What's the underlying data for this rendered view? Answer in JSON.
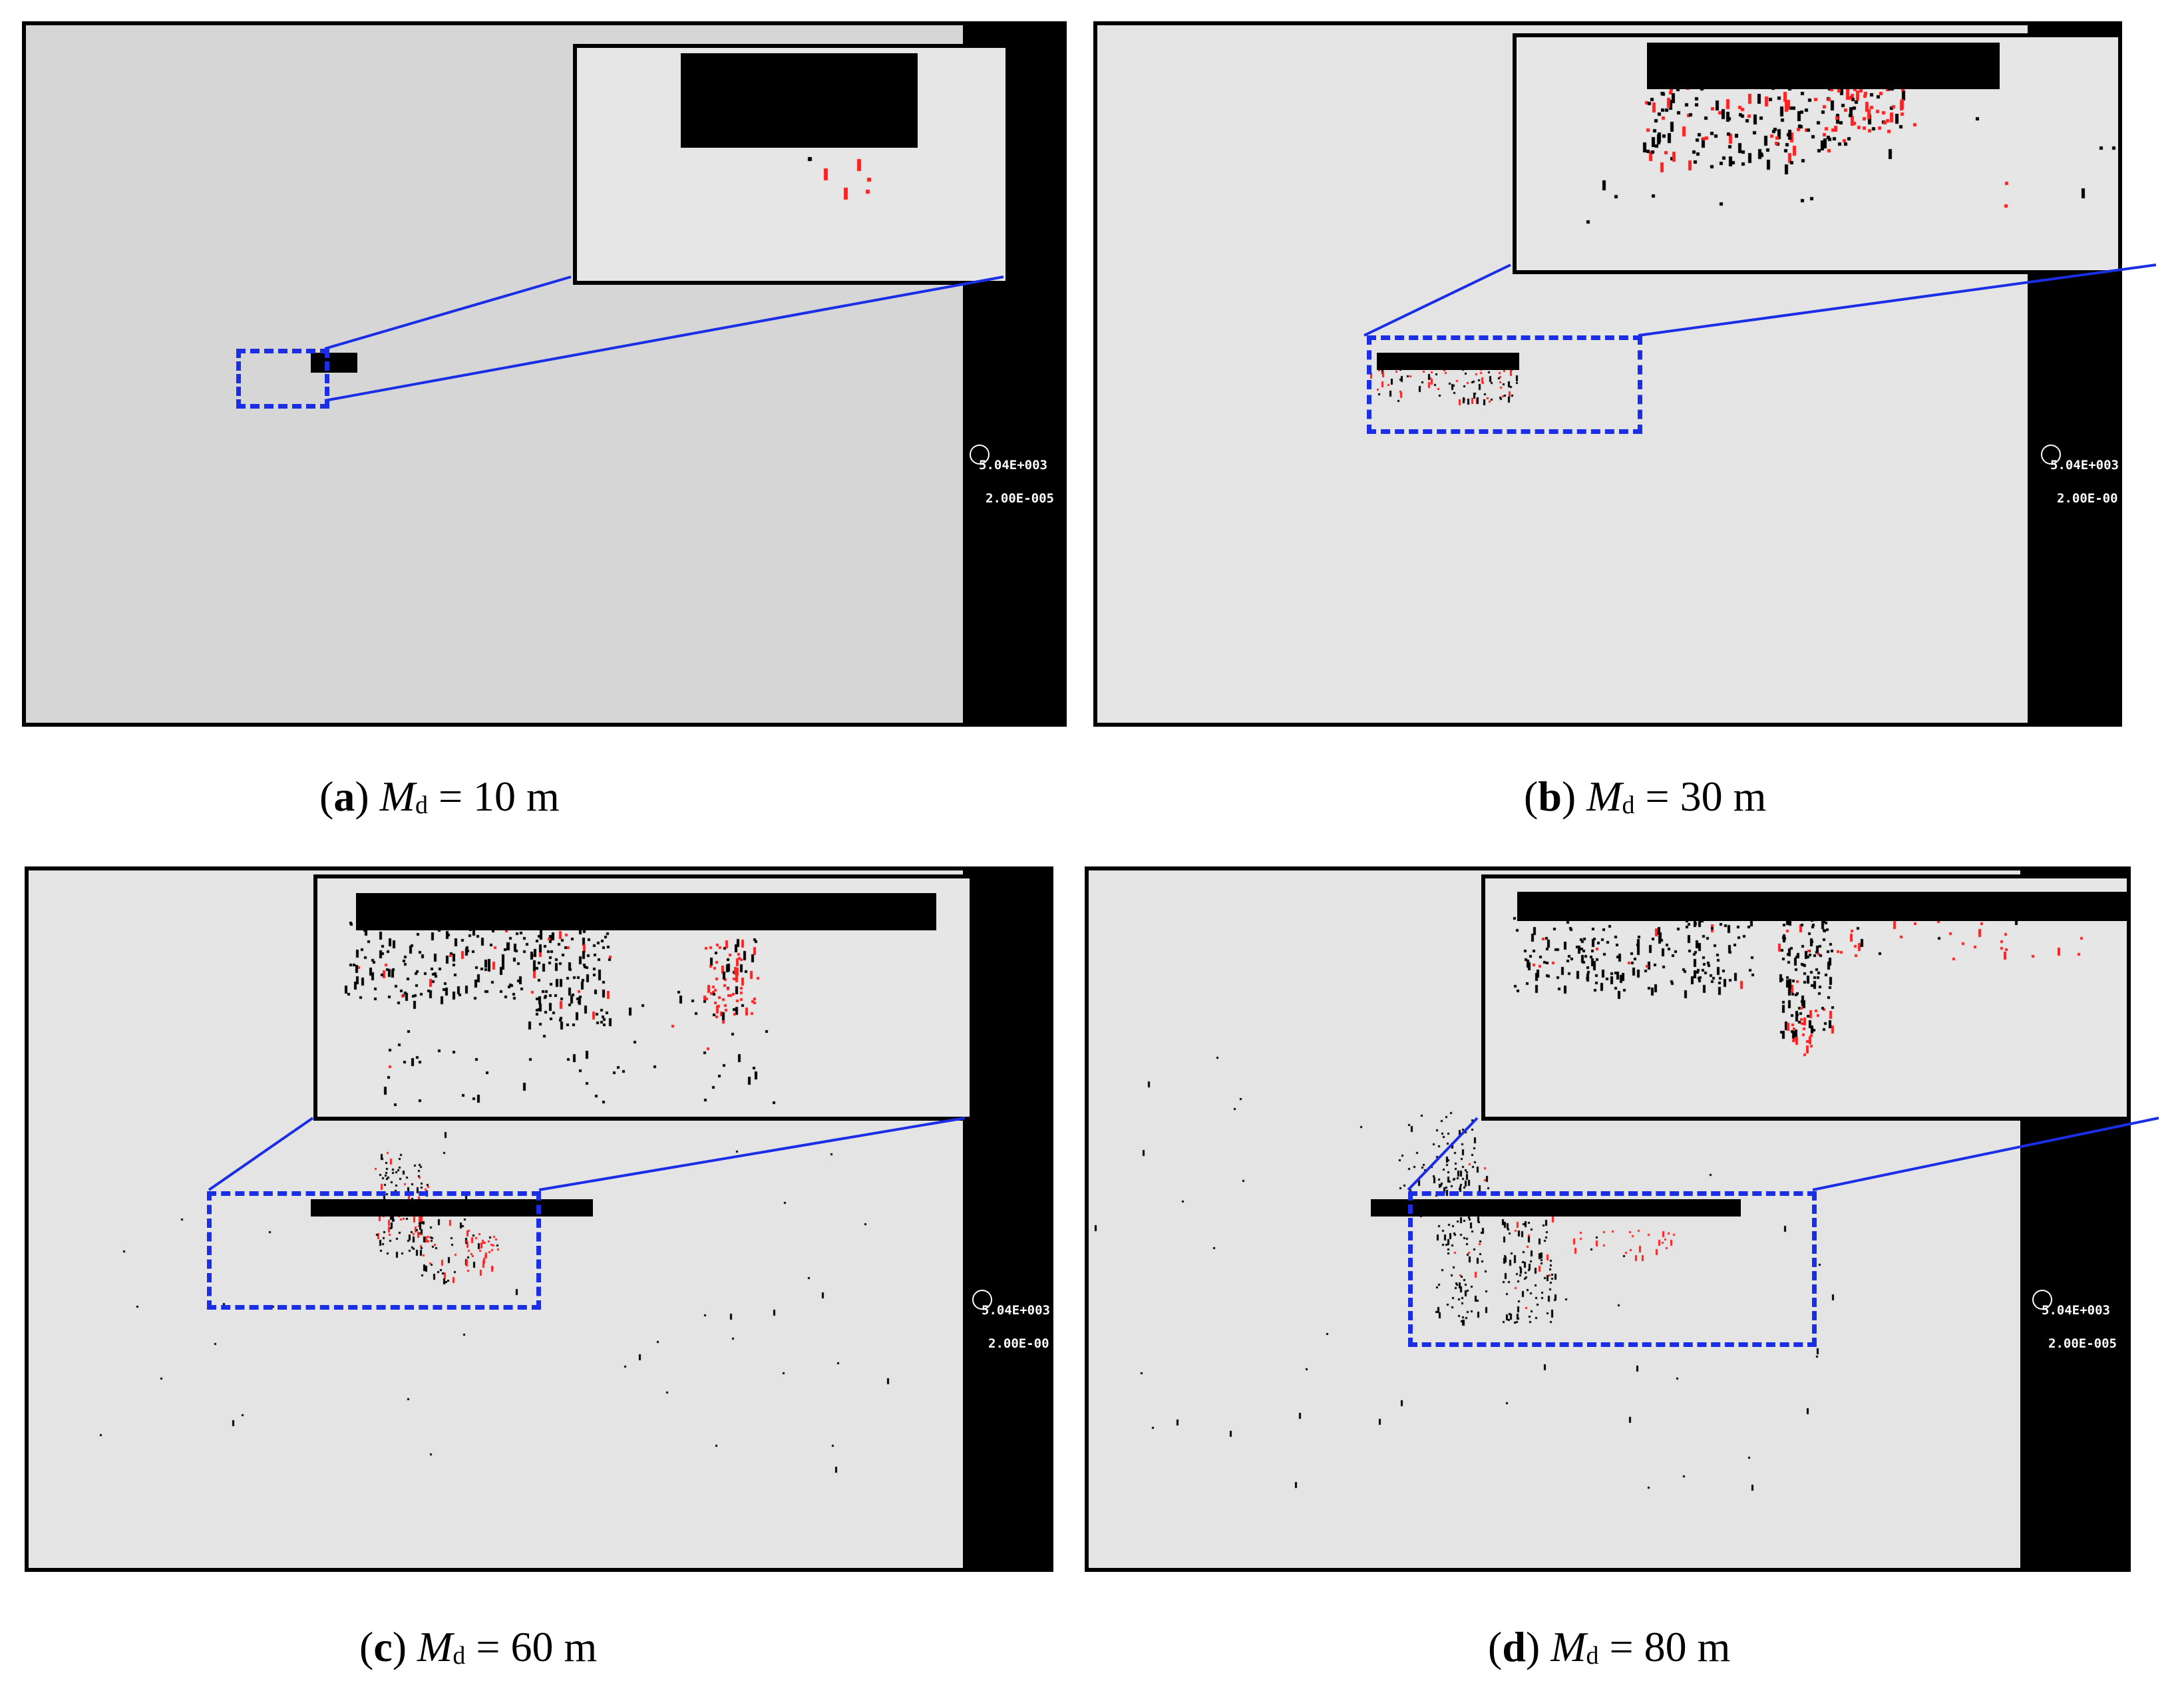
{
  "panels": [
    {
      "id": "a",
      "label": "a",
      "var": "M",
      "sub": "d",
      "eq": " = ",
      "value": "10 m"
    },
    {
      "id": "b",
      "label": "b",
      "var": "M",
      "sub": "d",
      "eq": " = ",
      "value": "30 m"
    },
    {
      "id": "c",
      "label": "c",
      "var": "M",
      "sub": "d",
      "eq": " = ",
      "value": "60 m"
    },
    {
      "id": "d",
      "label": "d",
      "var": "M",
      "sub": "d",
      "eq": " = ",
      "value": "80 m"
    }
  ],
  "legend": {
    "line1": "5.04E+003",
    "line2": "2.00E-005"
  },
  "colors": {
    "crack_tension": "#000000",
    "crack_shear": "#ff2020",
    "zoom_frame": "#1a2ee6"
  }
}
